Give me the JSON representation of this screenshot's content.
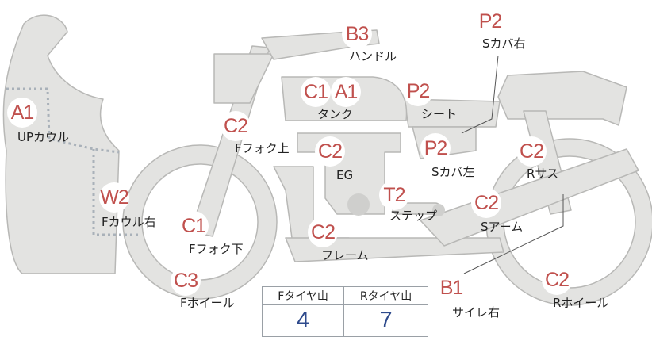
{
  "colors": {
    "part_fill": "#e3e3e1",
    "part_stroke": "#b8b8b6",
    "badge_text": "#c0504d",
    "value_text": "#2e4a8c",
    "dotted_line": "#a9b1b9"
  },
  "badges": [
    {
      "id": "b3-handle",
      "code": "B3"
    },
    {
      "id": "p2-scover-right",
      "code": "P2"
    },
    {
      "id": "a1-upcowl",
      "code": "A1"
    },
    {
      "id": "c1-tank",
      "code": "C1"
    },
    {
      "id": "a1-tank",
      "code": "A1"
    },
    {
      "id": "p2-seat",
      "code": "P2"
    },
    {
      "id": "c2-ffork-upper",
      "code": "C2"
    },
    {
      "id": "c2-engine",
      "code": "C2"
    },
    {
      "id": "p2-scover-left",
      "code": "P2"
    },
    {
      "id": "c2-rsus",
      "code": "C2"
    },
    {
      "id": "w2-fcowl-right",
      "code": "W2"
    },
    {
      "id": "t2-step",
      "code": "T2"
    },
    {
      "id": "c2-swingarm",
      "code": "C2"
    },
    {
      "id": "c1-ffork-lower",
      "code": "C1"
    },
    {
      "id": "c2-frame",
      "code": "C2"
    },
    {
      "id": "b1-silencer",
      "code": "B1"
    },
    {
      "id": "c3-fwheel",
      "code": "C3"
    },
    {
      "id": "c2-rwheel",
      "code": "C2"
    }
  ],
  "labels": {
    "handle": "ハンドル",
    "scover_right": "Sカバ右",
    "upcowl": "UPカウル",
    "tank": "タンク",
    "seat": "シート",
    "ffork_upper": "Fフォク上",
    "engine": "EG",
    "scover_left": "Sカバ左",
    "rsus": "Rサス",
    "fcowl_right": "Fカウル右",
    "step": "ステップ",
    "swingarm": "Sアーム",
    "ffork_lower": "Fフォク下",
    "frame": "フレーム",
    "fwheel": "Fホイール",
    "silencer": "サイレ右",
    "rwheel": "Rホイール"
  },
  "tire_table": {
    "headers": [
      "Fタイヤ山",
      "Rタイヤ山"
    ],
    "values": [
      "4",
      "7"
    ]
  }
}
